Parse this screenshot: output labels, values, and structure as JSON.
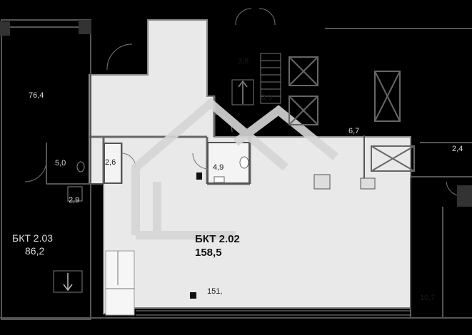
{
  "plan": {
    "colors": {
      "background": "#000000",
      "unit_fill": "#e9e9e9",
      "room_fill": "#f4f4f4",
      "wall": "#777777",
      "watermark": "#d6d6d6"
    },
    "main_unit": {
      "name": "БКТ 2.02",
      "area": "158,5"
    },
    "neighbor_unit": {
      "name": "БКТ 2.03",
      "area": "86,2"
    },
    "room_areas": {
      "r_76": "76,4",
      "r_38a": "3,8",
      "r_39": "3,9",
      "r_67": "6,7",
      "r_24": "2,4",
      "r_50": "5,0",
      "r_26": "2,6",
      "r_49": "4,9",
      "r_29": "2,9",
      "r_107": "10,7"
    },
    "marker_label": "151,",
    "icons": [
      "elevator-icon",
      "elevator-icon",
      "elevator-icon",
      "elevator-icon",
      "stair-arrow-icon",
      "watermark-logo"
    ]
  }
}
